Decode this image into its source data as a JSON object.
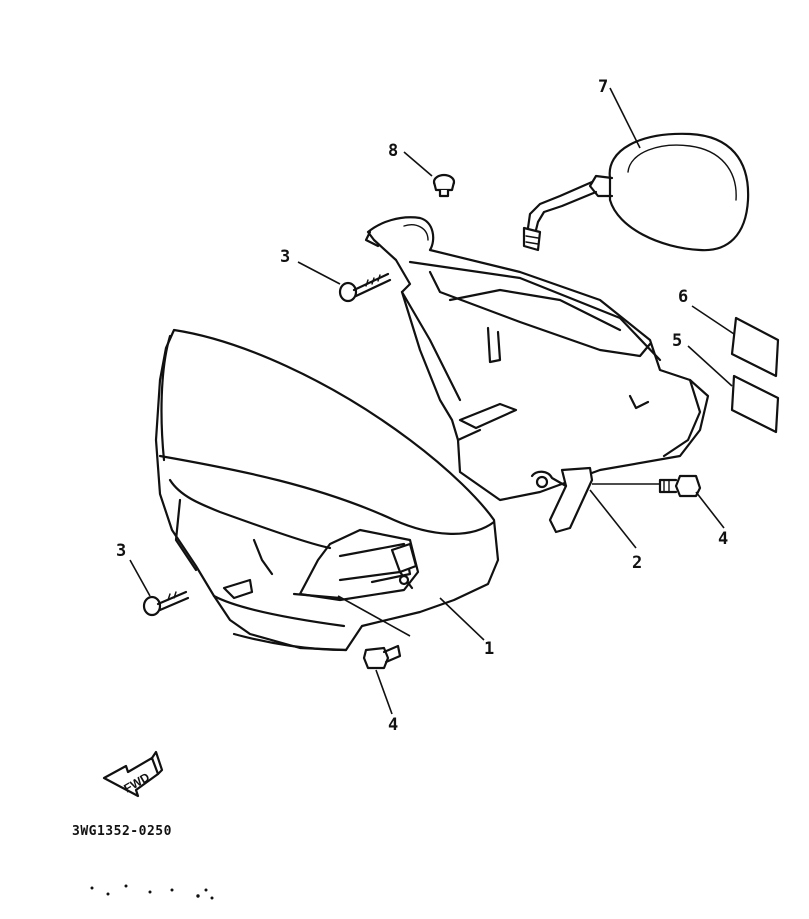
{
  "callouts": {
    "c1": "1",
    "c2": "2",
    "c3a": "3",
    "c3b": "3",
    "c4a": "4",
    "c4b": "4",
    "c5": "5",
    "c6": "6",
    "c7": "7",
    "c8": "8"
  },
  "fwd_label": "FWD",
  "part_code": "3WG1352-0250"
}
